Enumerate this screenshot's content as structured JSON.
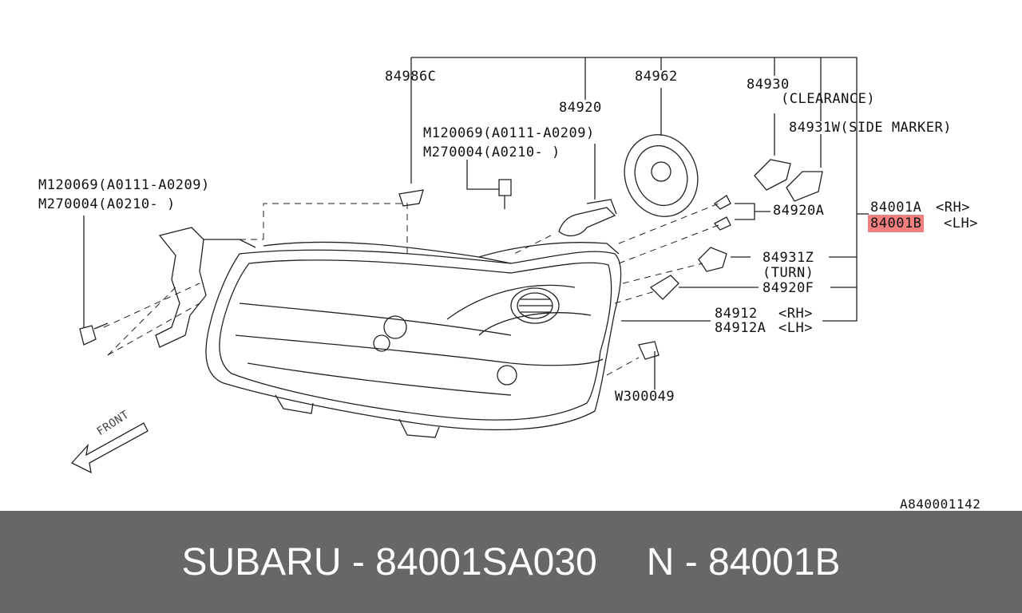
{
  "diagram": {
    "callouts": {
      "c_84986C": "84986C",
      "c_84962": "84962",
      "c_84930": "84930",
      "c_clearance": "(CLEARANCE)",
      "c_84920": "84920",
      "c_84931W": "84931W(SIDE MARKER)",
      "c_m120069_top": "M120069(A0111-A0209)",
      "c_m270004_top": "M270004(A0210-   )",
      "c_m120069_left": "M120069(A0111-A0209)",
      "c_m270004_left": "M270004(A0210-   )",
      "c_84920A": "84920A",
      "c_84001A": "84001A",
      "c_rh1": "<RH>",
      "c_84001B": "84001B",
      "c_lh1": "<LH>",
      "c_84931Z": "84931Z",
      "c_turn": "(TURN)",
      "c_84920F": "84920F",
      "c_84912": "84912",
      "c_rh2": "<RH>",
      "c_84912A": "84912A",
      "c_lh2": "<LH>",
      "c_W300049": "W300049",
      "c_front": "FRONT",
      "c_ref": "A840001142"
    },
    "highlight_color": "#f08080"
  },
  "footer": {
    "left": "SUBARU - 84001SA030",
    "right": "N - 84001B",
    "background": "#676767"
  }
}
